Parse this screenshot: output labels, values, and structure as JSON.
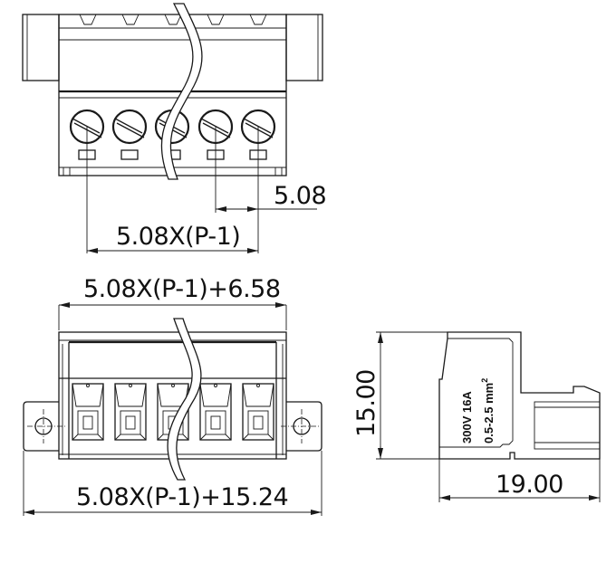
{
  "drawing": {
    "title": "Pluggable terminal block connector dimensional drawing",
    "pole_count_shown": 5,
    "colors": {
      "line": "#1a1a1a",
      "background": "#ffffff"
    }
  },
  "top_view": {
    "dimensions": {
      "pitch": "5.08",
      "span": "5.08X(P-1)"
    }
  },
  "front_view": {
    "dimensions": {
      "body_width": "5.08X(P-1)+6.58",
      "overall_width": "5.08X(P-1)+15.24"
    }
  },
  "side_view": {
    "dimensions": {
      "height": "15.00",
      "depth": "19.00"
    },
    "label": {
      "rating": "300V 16A",
      "wire_range": "0.5-2.5 mm",
      "wire_range_sup": "2"
    }
  }
}
